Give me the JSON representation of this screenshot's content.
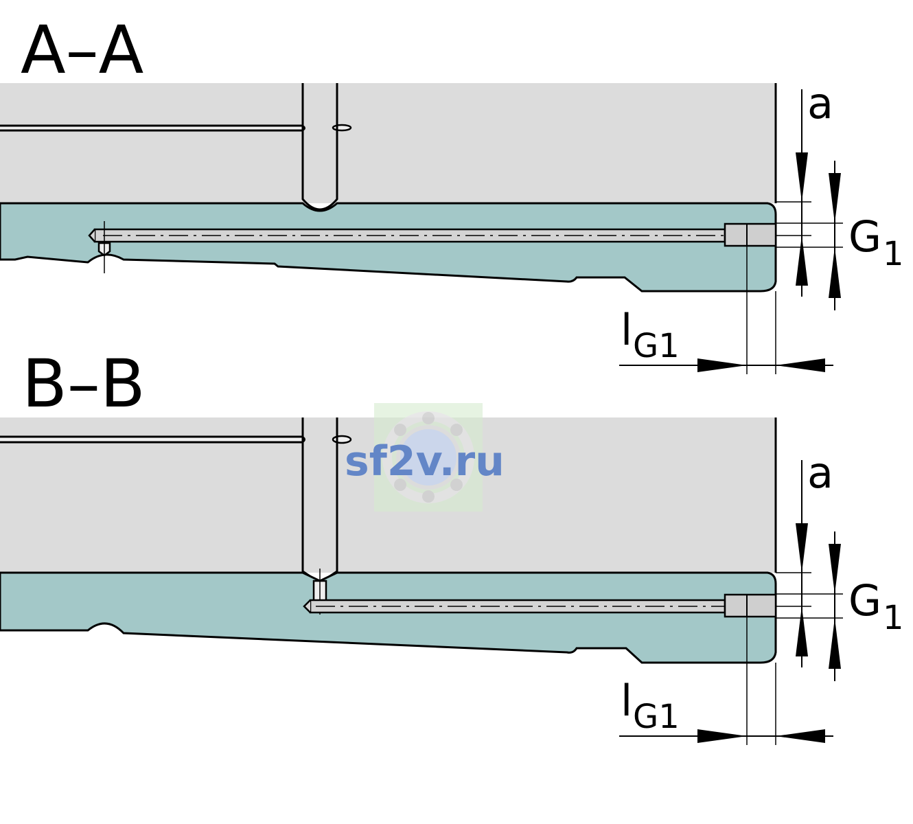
{
  "colors": {
    "housing_gray": "#dcdcdc",
    "base_teal": "#a3c8c8",
    "bore_gray": "#d4d4d4",
    "line": "#000000",
    "watermark_text": "#4f78c4",
    "watermark_bg": "#d6ecd0"
  },
  "sections": [
    {
      "title": "A–A",
      "labels": {
        "a": "a",
        "g_main": "G",
        "g_sub": "1",
        "l_main": "l",
        "l_sub": "G1"
      }
    },
    {
      "title": "B–B",
      "labels": {
        "a": "a",
        "g_main": "G",
        "g_sub": "1",
        "l_main": "l",
        "l_sub": "G1"
      }
    }
  ],
  "watermark": {
    "text": "sf2v.ru",
    "icon": "ball-bearing-icon"
  }
}
